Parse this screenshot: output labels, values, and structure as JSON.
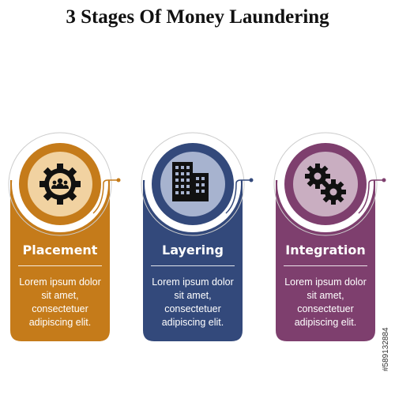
{
  "title": "3 Stages Of Money Laundering",
  "stages": [
    {
      "label": "Placement",
      "description": "Lorem ipsum dolor sit amet, consectetuer adipiscing elit.",
      "icon": "people-gear-icon",
      "color": "#C57B1A",
      "inner_color": "#F1D2A1"
    },
    {
      "label": "Layering",
      "description": "Lorem ipsum dolor sit amet, consectetuer adipiscing elit.",
      "icon": "buildings-icon",
      "color": "#33497B",
      "inner_color": "#A7B3CF"
    },
    {
      "label": "Integration",
      "description": "Lorem ipsum dolor sit amet, consectetuer adipiscing elit.",
      "icon": "gears-icon",
      "color": "#7E3F6E",
      "inner_color": "#C9AEC1"
    }
  ],
  "credit": "#589132884"
}
